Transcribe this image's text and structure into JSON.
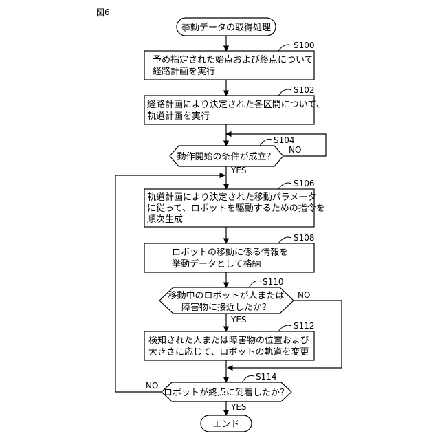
{
  "figure_label": "図6",
  "start": "挙動データの取得処理",
  "end": "エンド",
  "steps": [
    {
      "id": "S100",
      "lines": [
        "予め指定された始点および終点について",
        "経路計画を実行"
      ]
    },
    {
      "id": "S102",
      "lines": [
        "経路計画により決定された各区間について、",
        "軌道計画を実行"
      ]
    },
    {
      "id": "S104",
      "lines": [
        "動作開始の条件が成立？"
      ]
    },
    {
      "id": "S106",
      "lines": [
        "軌道計画により決定された移動パラメータ",
        "に従って、ロボットを駆動するための指令を",
        "順次生成"
      ]
    },
    {
      "id": "S108",
      "lines": [
        "ロボットの移動に係る情報を",
        "挙動データとして格納"
      ]
    },
    {
      "id": "S110",
      "lines": [
        "移動中のロボットが人または",
        "障害物に接近したか？"
      ]
    },
    {
      "id": "S112",
      "lines": [
        "検知された人または障害物の位置および",
        "大きさに応じて、ロボットの軌道を変更"
      ]
    },
    {
      "id": "S114",
      "lines": [
        "ロボットが終点に到着したか？"
      ]
    }
  ],
  "branch_labels": {
    "s104_no": "NO",
    "s104_yes": "YES",
    "s110_no": "NO",
    "s110_yes": "YES",
    "s114_no": "NO",
    "s114_yes": "YES"
  }
}
